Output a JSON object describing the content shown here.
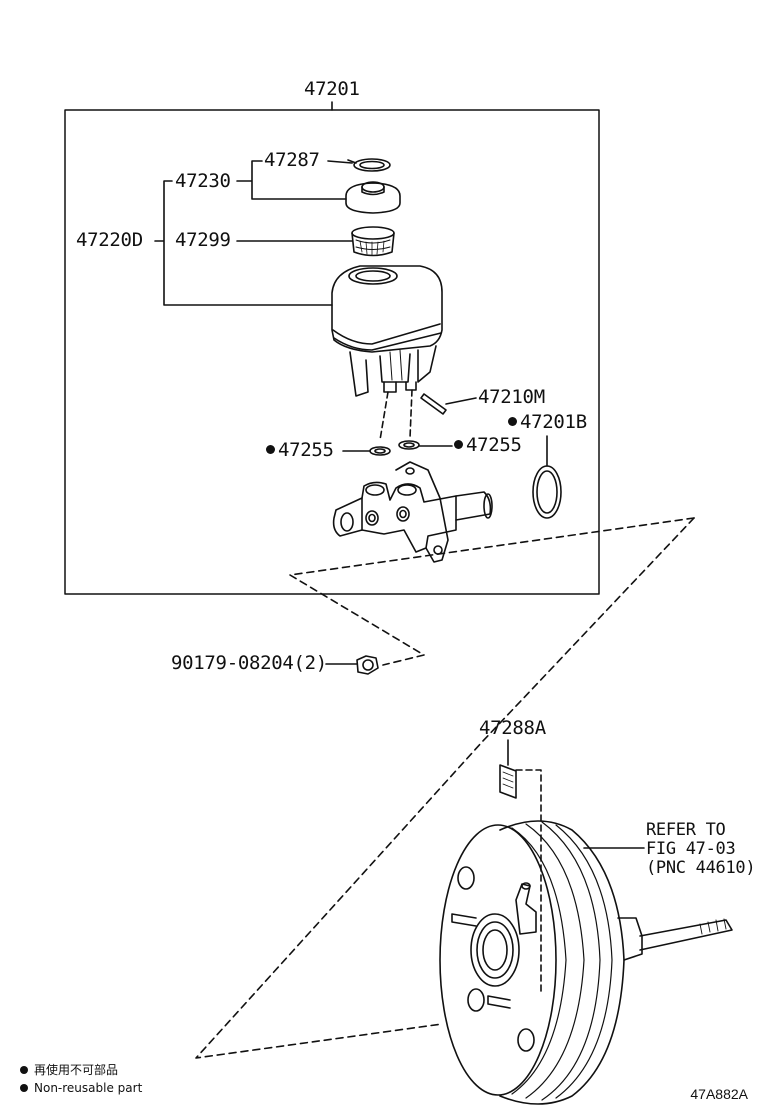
{
  "parts": {
    "assembly": "47201",
    "cap_gasket": "47287",
    "cap": "47230",
    "reservoir_sub_assy": "47220D",
    "strainer": "47299",
    "pin": "47210M",
    "o_ring": "47201B",
    "grommet_left": "47255",
    "grommet_right": "47255",
    "nut": "90179-08204(2)",
    "plate": "47288A"
  },
  "reference": {
    "line1": "REFER TO",
    "line2": "FIG 47-03",
    "line3": "(PNC 44610)"
  },
  "legend": {
    "jp": "再使用不可部品",
    "en": "Non-reusable part"
  },
  "figure_code": "47A882A",
  "non_reusable_parts": [
    "47201B",
    "47255",
    "47255"
  ],
  "icons": [
    "reservoir-cap-icon",
    "strainer-icon",
    "reservoir-tank-icon",
    "master-cylinder-icon",
    "o-ring-icon",
    "nut-icon",
    "brake-booster-icon"
  ]
}
